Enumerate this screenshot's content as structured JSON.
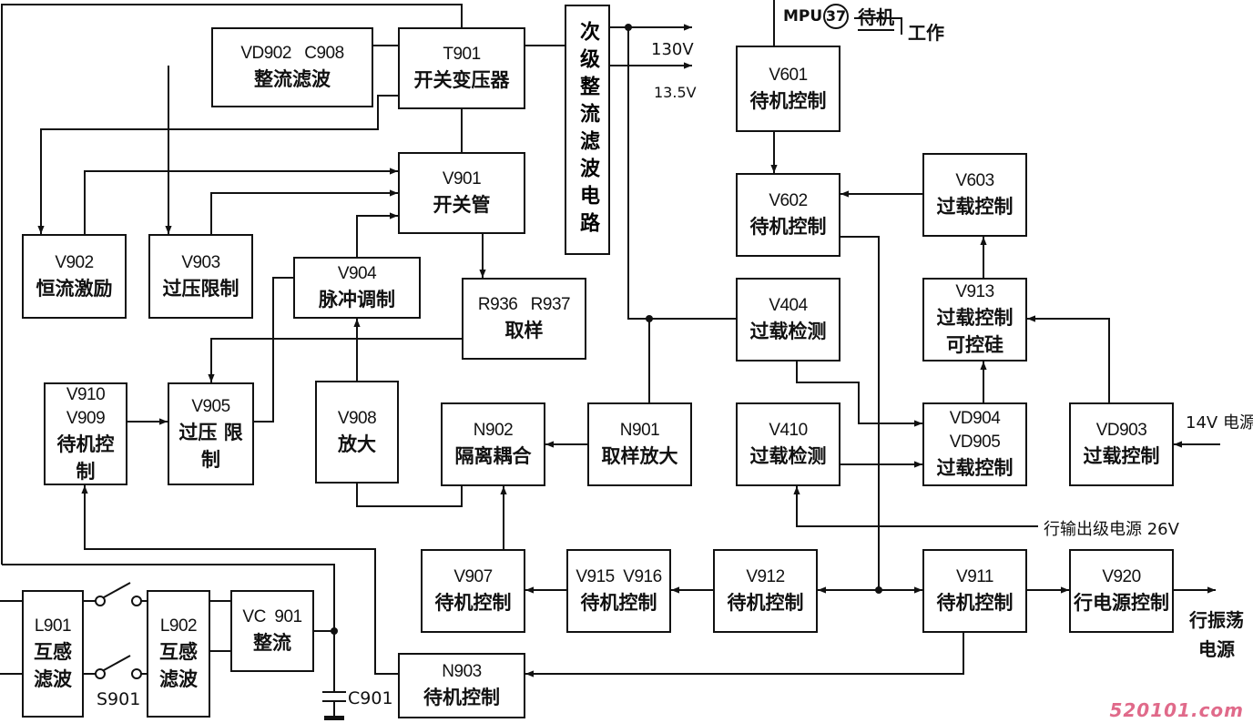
{
  "blocks": {
    "vd902": {
      "lines": [
        "VD902   C908"
      ],
      "name": "整流滤波"
    },
    "t901": {
      "lines": [
        "T901"
      ],
      "name": "开关变压器"
    },
    "v901": {
      "lines": [
        "V901"
      ],
      "name": "开关管"
    },
    "secondary": {
      "name": "次级整流滤波电路"
    },
    "v902": {
      "lines": [
        "V902"
      ],
      "name": "恒流激励"
    },
    "v903": {
      "lines": [
        "V903"
      ],
      "name": "过压限制"
    },
    "v904": {
      "lines": [
        "V904"
      ],
      "name": "脉冲调制"
    },
    "r936": {
      "lines": [
        "R936   R937"
      ],
      "name": "取样"
    },
    "v910": {
      "lines": [
        "V910",
        "V909"
      ],
      "name": "待机控制"
    },
    "v905": {
      "lines": [
        "V905"
      ],
      "name": "过压 限制"
    },
    "v908": {
      "lines": [
        "V908"
      ],
      "name": "放大"
    },
    "n902": {
      "lines": [
        "N902"
      ],
      "name": "隔离耦合"
    },
    "n901": {
      "lines": [
        "N901"
      ],
      "name": "取样放大"
    },
    "v601": {
      "lines": [
        "V601"
      ],
      "name": "待机控制"
    },
    "v602": {
      "lines": [
        "V602"
      ],
      "name": "待机控制"
    },
    "v603": {
      "lines": [
        "V603"
      ],
      "name": "过载控制"
    },
    "v404": {
      "lines": [
        "V404"
      ],
      "name": "过载检测"
    },
    "v913": {
      "lines": [
        "V913"
      ],
      "name": "过载控制 可控硅"
    },
    "v410": {
      "lines": [
        "V410"
      ],
      "name": "过载检测"
    },
    "vd904": {
      "lines": [
        "VD904",
        "VD905"
      ],
      "name": "过载控制"
    },
    "vd903": {
      "lines": [
        "VD903"
      ],
      "name": "过载控制"
    },
    "v907": {
      "lines": [
        "V907"
      ],
      "name": "待机控制"
    },
    "v915": {
      "lines": [
        "V915  V916"
      ],
      "name": "待机控制"
    },
    "v912": {
      "lines": [
        "V912"
      ],
      "name": "待机控制"
    },
    "v911": {
      "lines": [
        "V911"
      ],
      "name": "待机控制"
    },
    "v920": {
      "lines": [
        "V920"
      ],
      "name": "行电源控制"
    },
    "l901": {
      "lines": [
        "L901"
      ],
      "name": "互感 滤波"
    },
    "l902": {
      "lines": [
        "L902"
      ],
      "name": "互感 滤波"
    },
    "vc901": {
      "lines": [
        "VC  901"
      ],
      "name": "整流"
    },
    "n903": {
      "lines": [
        "N903"
      ],
      "name": "待机控制"
    }
  },
  "labels": {
    "v130": "130V",
    "v135": "13.5V",
    "mpu": "MPU",
    "pin": "37",
    "standby": "待机",
    "work": "工作",
    "v14": "14V 电源",
    "hout": "行输出级电源 26V",
    "hosc1": "行振荡",
    "hosc2": "电源",
    "s901": "S901",
    "c901": "C901"
  },
  "watermark": "520101.com",
  "colors": {
    "line": "#111111",
    "watermark": "#e06a8a"
  }
}
